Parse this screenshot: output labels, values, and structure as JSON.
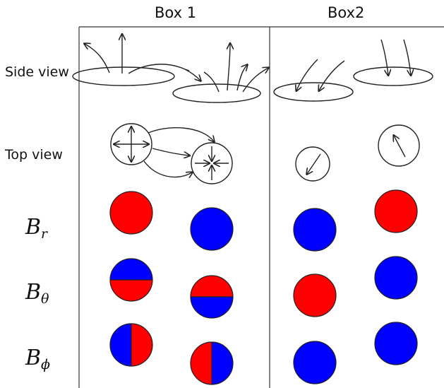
{
  "headers": {
    "box1": "Box 1",
    "box2": "Box2"
  },
  "rows": {
    "side_view": "Side view",
    "top_view": "Top view",
    "br": {
      "base": "B",
      "sub": "r"
    },
    "btheta": {
      "base": "B",
      "sub": "θ"
    },
    "bphi": {
      "base": "B",
      "sub": "ϕ"
    }
  },
  "colors": {
    "red": "#ff0000",
    "blue": "#0000ff",
    "line": "#222222"
  },
  "circles": {
    "br": {
      "box1_left": "red",
      "box1_right": "blue",
      "box2_left": "blue",
      "box2_right": "red"
    },
    "btheta": {
      "box1_left": "blue-over-red",
      "box1_right": "red-over-blue",
      "box2_left": "red",
      "box2_right": "blue"
    },
    "bphi": {
      "box1_left": "blue-left-red-right",
      "box1_right": "red-left-blue-right",
      "box2_left": "blue",
      "box2_right": "blue"
    }
  }
}
